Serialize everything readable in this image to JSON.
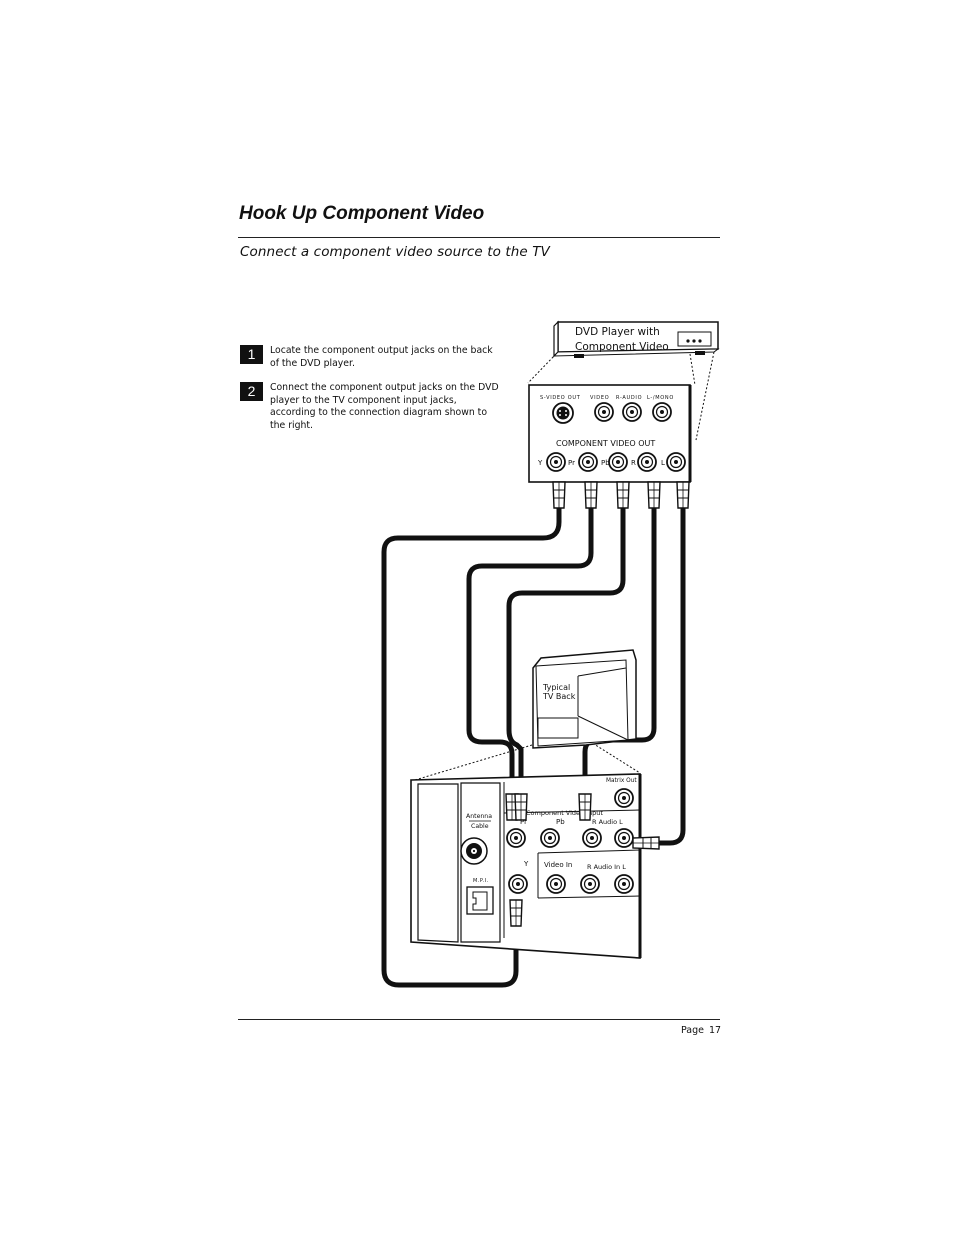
{
  "page": {
    "title": "Hook Up Component Video",
    "subtitle": "Connect a component video source to the TV",
    "footer_label": "Page",
    "footer_number": "17"
  },
  "steps": [
    {
      "number": "1",
      "text": "Locate the component output jacks on the back of the DVD player."
    },
    {
      "number": "2",
      "text": "Connect the component output jacks on the DVD player to the TV component input jacks, according to the connection diagram shown to the right."
    }
  ],
  "diagram": {
    "dvd_label_line1": "DVD Player with",
    "dvd_label_line2": "Component Video",
    "dvd_panel": {
      "svideo_out": "S-VIDEO OUT",
      "video": "VIDEO",
      "r_audio": "R-AUDIO",
      "l_mono": "L-/MONO",
      "component_video_out": "COMPONENT VIDEO OUT",
      "jack_y": "Y",
      "jack_pr": "Pr",
      "jack_pb": "Pb",
      "jack_r": "R",
      "jack_l": "L"
    },
    "tv_label_line1": "Typical",
    "tv_label_line2": "TV Back",
    "tv_panel": {
      "matrix_out": "Matrix Out",
      "antenna": "Antenna",
      "cable": "Cable",
      "mpi": "M.P.I.",
      "component_video_input": "Component Video Input",
      "jack_pr": "Pr",
      "jack_pb": "Pb",
      "jack_y": "Y",
      "r_audio_l": "R Audio L",
      "video_in": "Video In",
      "r_audio_in_l": "R Audio In L"
    }
  }
}
